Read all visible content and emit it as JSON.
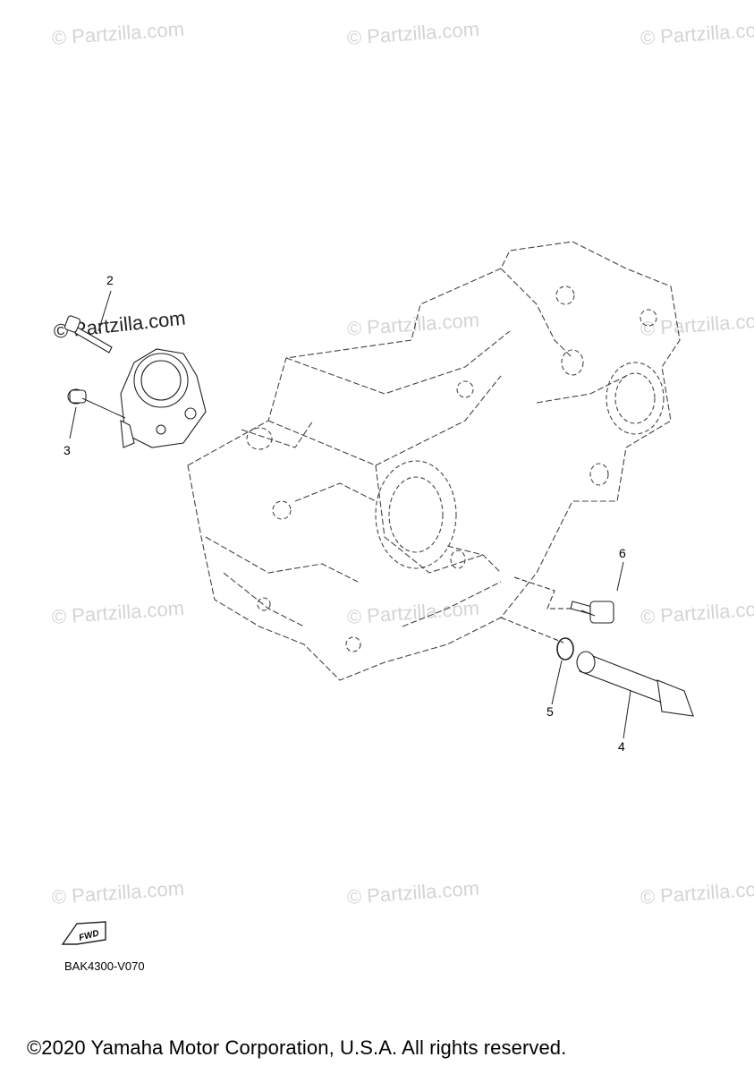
{
  "watermark": "© Partzilla.com",
  "callouts": [
    "2",
    "3",
    "6",
    "5",
    "4"
  ],
  "fwd_label": "FWD",
  "diagram_code": "BAK4300-V070",
  "copyright": "©2020 Yamaha Motor Corporation, U.S.A. All rights reserved."
}
